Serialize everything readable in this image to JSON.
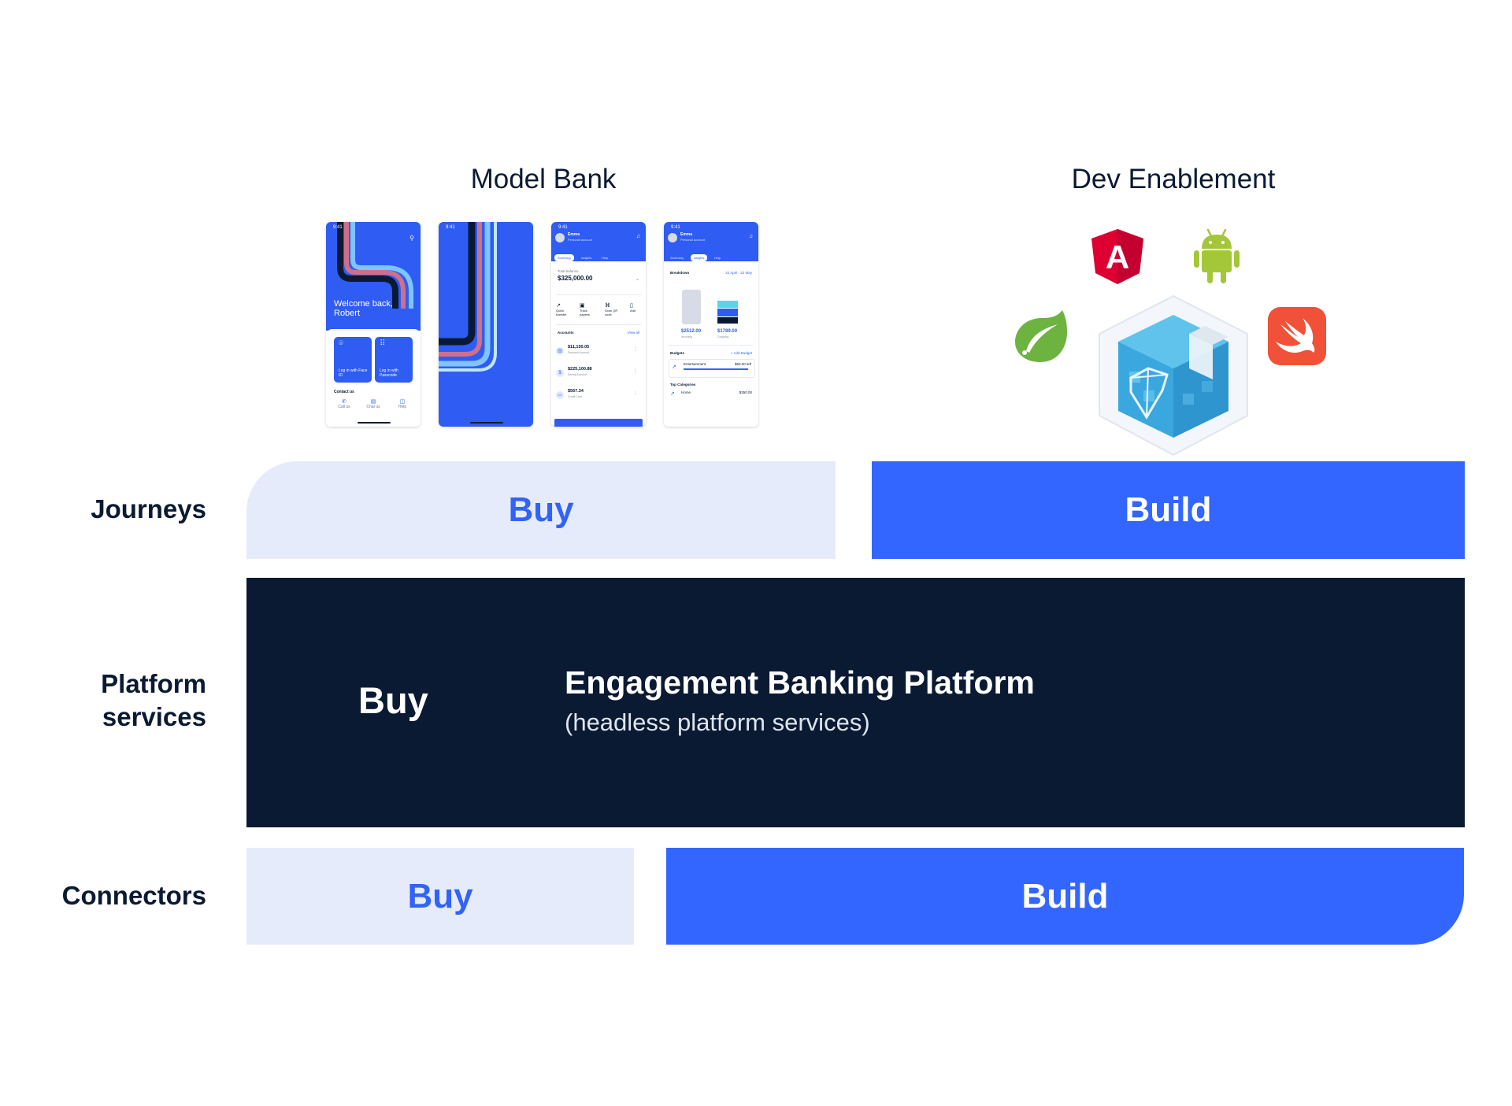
{
  "sections": {
    "model_bank": "Model Bank",
    "dev_enablement": "Dev Enablement"
  },
  "rows": {
    "journeys": {
      "label": "Journeys",
      "buy": "Buy",
      "build": "Build"
    },
    "platform": {
      "label_line1": "Platform",
      "label_line2": "services",
      "buy": "Buy",
      "title": "Engagement Banking Platform",
      "subtitle": "(headless platform services)"
    },
    "connectors": {
      "label": "Connectors",
      "buy": "Buy",
      "build": "Build"
    }
  },
  "phones": {
    "phone1": {
      "time": "9:41",
      "welcome_line1": "Welcome back,",
      "welcome_line2": "Robert",
      "tile1": "Log in with Face ID",
      "tile2": "Log in with Passcode",
      "contact_header": "Contact us",
      "nav": [
        "Call us",
        "Chat us",
        "Help"
      ]
    },
    "phone2": {
      "time": "9:41"
    },
    "phone3": {
      "time": "9:41",
      "name": "Emma",
      "sub": "Personal account",
      "tabs": [
        "Summary",
        "Insights",
        "Help"
      ],
      "total_label": "Total balance",
      "total": "$325,000.00",
      "actions": [
        "Quick transfer",
        "Track payees",
        "Scan QR code",
        "Add"
      ],
      "accounts_label": "Accounts",
      "view_all": "View all",
      "accounts": [
        {
          "amount": "$11,100.05",
          "sub": "Payment Account"
        },
        {
          "amount": "$225,100.88",
          "sub": "Saving Account"
        },
        {
          "amount": "$567.34",
          "sub": "Credit Card"
        }
      ]
    },
    "phone4": {
      "time": "9:41",
      "name": "Emma",
      "sub": "Personal account",
      "tabs": [
        "Summary",
        "Insights",
        "Help"
      ],
      "breakdown_label": "Breakdown",
      "date_range": "22 April - 22 May",
      "val1": "$2512.00",
      "val1_label": "Incoming",
      "val2": "$1789.00",
      "val2_label": "Outgoing",
      "budgets_label": "Budgets",
      "add_budget": "+ Add Budget",
      "budget_name": "Entertainment",
      "budget_value": "$60.00 left",
      "top_categories": "Top Categories",
      "category": "Home",
      "category_value": "$350.00"
    }
  },
  "logos": {
    "angular_letter": "A",
    "icons": [
      "angular-icon",
      "android-icon",
      "spring-icon",
      "swift-icon",
      "cube-icon"
    ]
  },
  "colors": {
    "navy": "#0b1a33",
    "blue": "#3366ff",
    "light_blue": "#e6ebfc",
    "angular_red": "#dd0031",
    "android_green": "#a4c639",
    "spring_green": "#6db33f",
    "swift_orange": "#f05138"
  }
}
